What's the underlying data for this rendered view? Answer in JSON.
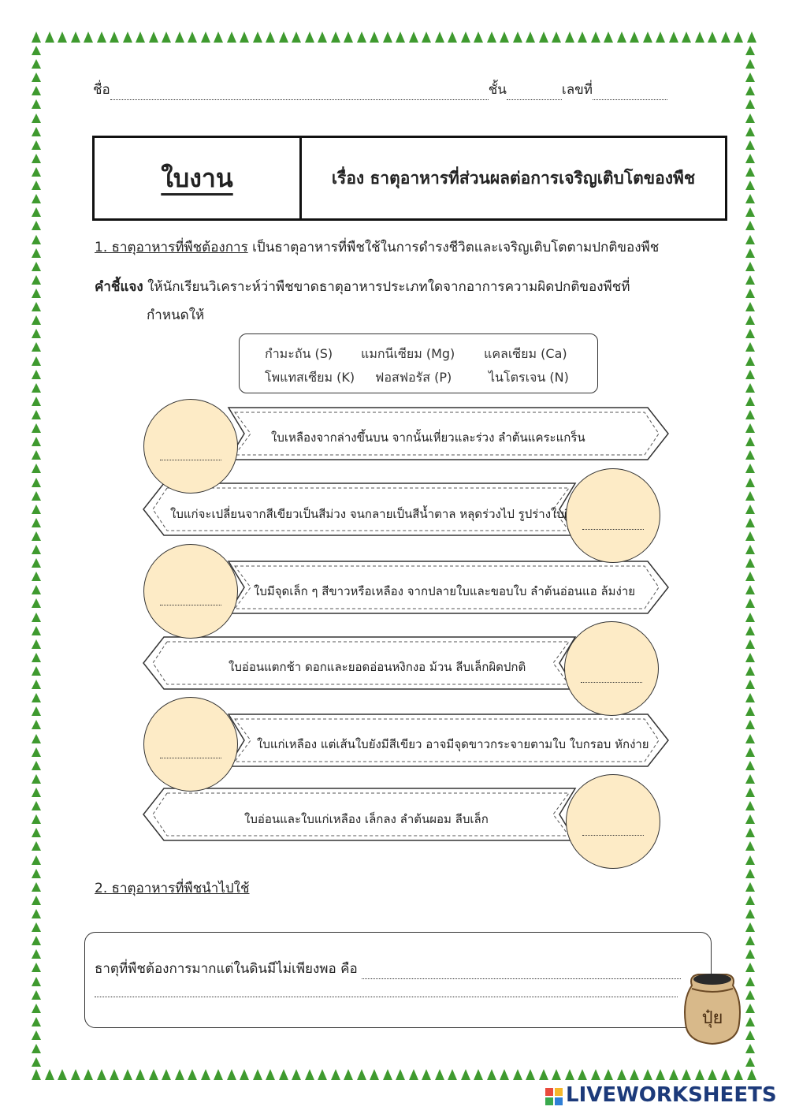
{
  "header": {
    "name_label": "ชื่อ",
    "class_label": "ชั้น",
    "number_label": "เลขที่"
  },
  "title": {
    "left": "ใบงาน",
    "right": "เรื่อง ธาตุอาหารที่ส่วนผลต่อการเจริญเติบโตของพืช"
  },
  "section1": {
    "heading": "1. ธาตุอาหารที่พืชต้องการ",
    "text": " เป็นธาตุอาหารที่พืชใช้ในการดำรงชีวิตและเจริญเติบโตตามปกติของพืช"
  },
  "instruction": {
    "label": "คำชี้แจง",
    "text": " ให้นักเรียนวิเคราะห์ว่าพืชขาดธาตุอาหารประเภทใดจากอาการความผิดปกติของพืชที่",
    "text2": "กำหนดให้"
  },
  "elements": [
    "กำมะถัน (S)",
    "แมกนีเซียม (Mg)",
    "แคลเซียม (Ca)",
    "โพแทสเซียม (K)",
    "ฟอสฟอรัส (P)",
    "ไนโตรเจน (N)"
  ],
  "symptoms": [
    "ใบเหลืองจากล่างขึ้นบน จากนั้นเหี่ยวและร่วง ลำต้นแคระแกร็น",
    "ใบแก่จะเปลี่ยนจากสีเขียวเป็นสีม่วง จนกลายเป็นสีน้ำตาล หลุดร่วงไป รูปร่างใบผิดปกติ",
    "ใบมีจุดเล็ก ๆ สีขาวหรือเหลือง จากปลายใบและขอบใบ ลำต้นอ่อนแอ ล้มง่าย",
    "ใบอ่อนแตกช้า ดอกและยอดอ่อนหงิกงอ ม้วน ลีบเล็กผิดปกติ",
    "ใบแก่เหลือง แต่เส้นใบยังมีสีเขียว อาจมีจุดขาวกระจายตามใบ ใบกรอบ หักง่าย",
    "ใบอ่อนและใบแก่เหลือง เล็กลง ลำต้นผอม ลีบเล็ก"
  ],
  "section2": {
    "heading": "2. ธาตุอาหารที่พืชนำไปใช้",
    "question": "ธาตุที่พืชต้องการมากแต่ในดินมีไม่เพียงพอ คือ"
  },
  "fertilizer_bag": {
    "label": "ปุ๋ย",
    "icon": "fertilizer-bag-icon"
  },
  "brand": {
    "text": "LIVEWORKSHEETS",
    "color": "#1c3a7a"
  },
  "colors": {
    "tree": "#3f9a2f",
    "circle_fill": "#fdebc6"
  }
}
